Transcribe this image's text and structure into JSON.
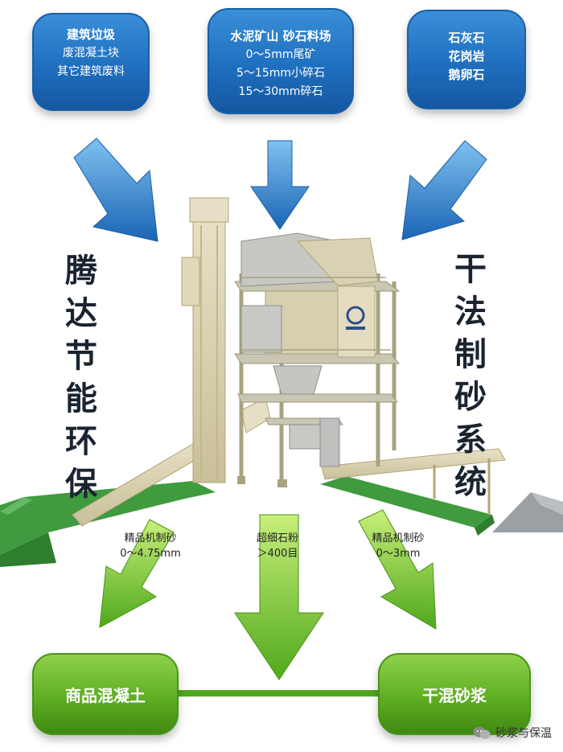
{
  "sources": {
    "left": [
      "建筑垃圾",
      "废混凝土块",
      "其它建筑废料"
    ],
    "middle": [
      "水泥矿山  砂石料场",
      "0～5mm尾矿",
      "5～15mm小碎石",
      "15～30mm碎石"
    ],
    "right": [
      "石灰石",
      "花岗岩",
      "鹅卵石"
    ]
  },
  "side_left": "腾达节能环保",
  "side_right": "干法制砂系统",
  "products": {
    "left": [
      "精品机制砂",
      "0～4.75mm"
    ],
    "middle": [
      "超细石粉",
      "＞400目"
    ],
    "right": [
      "精品机制砂",
      "0～3mm"
    ]
  },
  "outputs": {
    "left": "商品混凝土",
    "right": "干混砂浆"
  },
  "watermark": "砂浆与保温",
  "colors": {
    "blue": "#1f6fbf",
    "green": "#5fae23",
    "frame": "#d8cfae"
  }
}
